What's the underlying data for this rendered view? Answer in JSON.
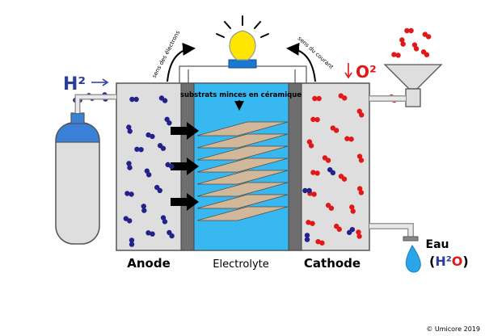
{
  "labels": {
    "anode": "Anode",
    "electrolyte": "Electrolyte",
    "cathode": "Cathode",
    "h2": "H²",
    "o2": "O²",
    "water": "Eau",
    "water_formula_open": "(",
    "water_formula_h": "H²",
    "water_formula_o": "O",
    "water_formula_close": ")",
    "ceramic": "substrats minces en céramique",
    "electron_flow": "sens des électrons",
    "current_flow": "sens du courant",
    "copyright": "© Umicore 2019"
  },
  "colors": {
    "hydrogen_molecule": "#22228a",
    "oxygen_molecule": "#e01818",
    "electrolyte": "#38b8f0",
    "chamber": "#dedede",
    "electrode": "#6e6e6e",
    "ceramic_plate": "#d2b89a",
    "tank": "#3a7fd8",
    "bulb": "#ffe600",
    "water_drop": "#2aa6e8",
    "arrow_black": "#000000"
  },
  "icons": {
    "gas_tank": "hydrogen-tank-icon",
    "bulb": "light-bulb-icon",
    "funnel": "oxygen-funnel-icon",
    "drop": "water-drop-icon"
  }
}
